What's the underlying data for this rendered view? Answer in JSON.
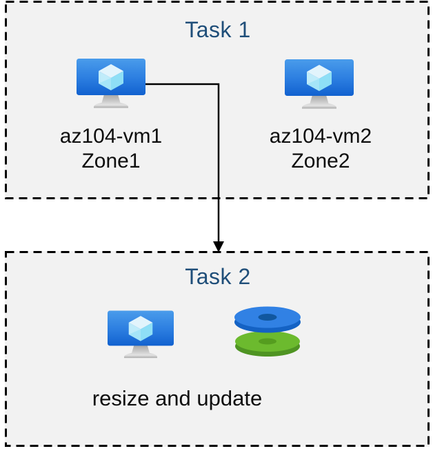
{
  "colors": {
    "title_color": "#1f4e79",
    "label_color": "#0d0d0d",
    "box_bg": "#f2f2f2",
    "box_border": "#000000",
    "arrow_color": "#000000",
    "vm_screen_top": "#4a9ceb",
    "vm_screen_bottom": "#1161cf",
    "disk_top_blue": "#3181e4",
    "disk_bottom_green": "#6cba2e"
  },
  "task1": {
    "title": "Task 1",
    "vms": [
      {
        "name": "az104-vm1",
        "zone": "Zone1",
        "icon": "virtual-machine-icon"
      },
      {
        "name": "az104-vm2",
        "zone": "Zone2",
        "icon": "virtual-machine-icon"
      }
    ]
  },
  "task2": {
    "title": "Task 2",
    "caption": "resize and update",
    "icons": [
      "virtual-machine-icon",
      "managed-disks-icon"
    ]
  }
}
